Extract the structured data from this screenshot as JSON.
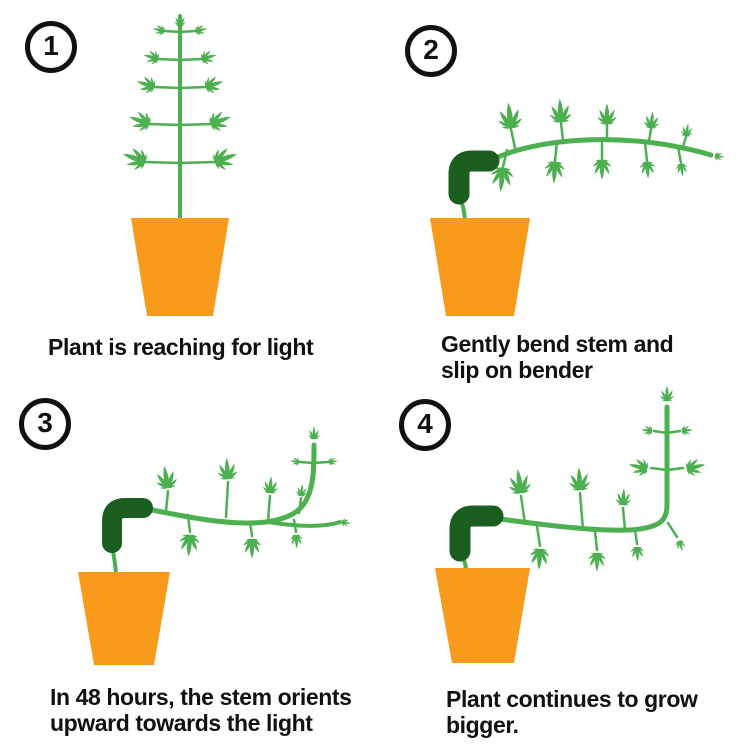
{
  "colors": {
    "leaf_green": "#4caf50",
    "stem_green": "#4caf50",
    "bender_green": "#1b5e20",
    "pot_orange": "#f89b1c",
    "text_black": "#111111",
    "background": "#ffffff"
  },
  "steps": [
    {
      "number": "1",
      "lines": [
        "Plant is reaching for light"
      ]
    },
    {
      "number": "2",
      "lines": [
        "Gently bend stem and",
        "slip on bender"
      ]
    },
    {
      "number": "3",
      "lines": [
        "In 48 hours, the stem orients",
        "upward towards the light"
      ]
    },
    {
      "number": "4",
      "lines": [
        "Plant continues to grow",
        "bigger."
      ]
    }
  ]
}
